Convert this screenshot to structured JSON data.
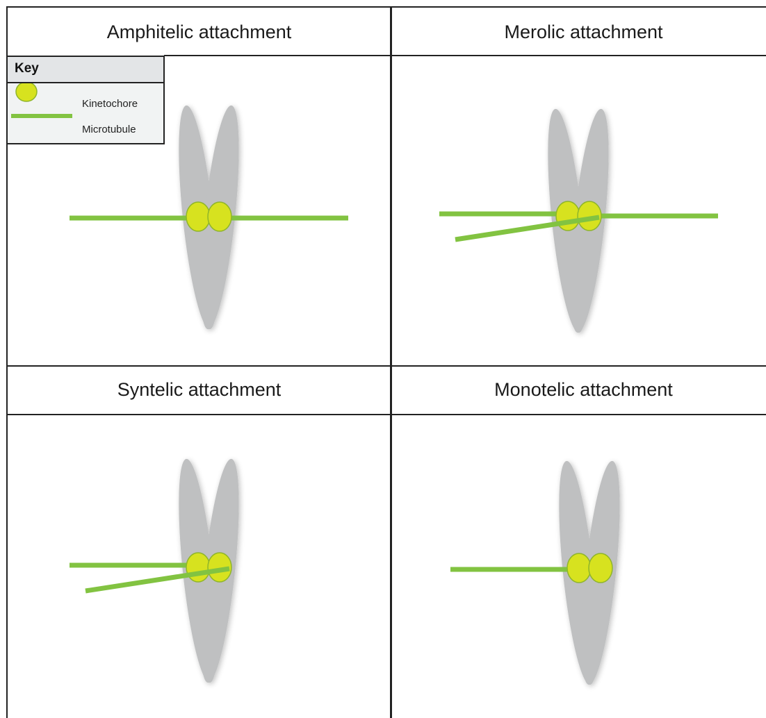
{
  "panels": [
    {
      "title": "Amphitelic attachment"
    },
    {
      "title": "Merolic attachment"
    },
    {
      "title": "Syntelic attachment"
    },
    {
      "title": "Monotelic attachment"
    }
  ],
  "key": {
    "title": "Key",
    "items": [
      {
        "label": "Kinetochore",
        "icon": "kinetochore-oval"
      },
      {
        "label": "Microtubule",
        "icon": "microtubule-bar"
      }
    ]
  },
  "colors": {
    "chromosome": "#bfc0c1",
    "kinetochore": "#d7e21f",
    "kinetochore_stroke": "#8fb52a",
    "microtubule": "#82c341",
    "grid": "#222222"
  }
}
